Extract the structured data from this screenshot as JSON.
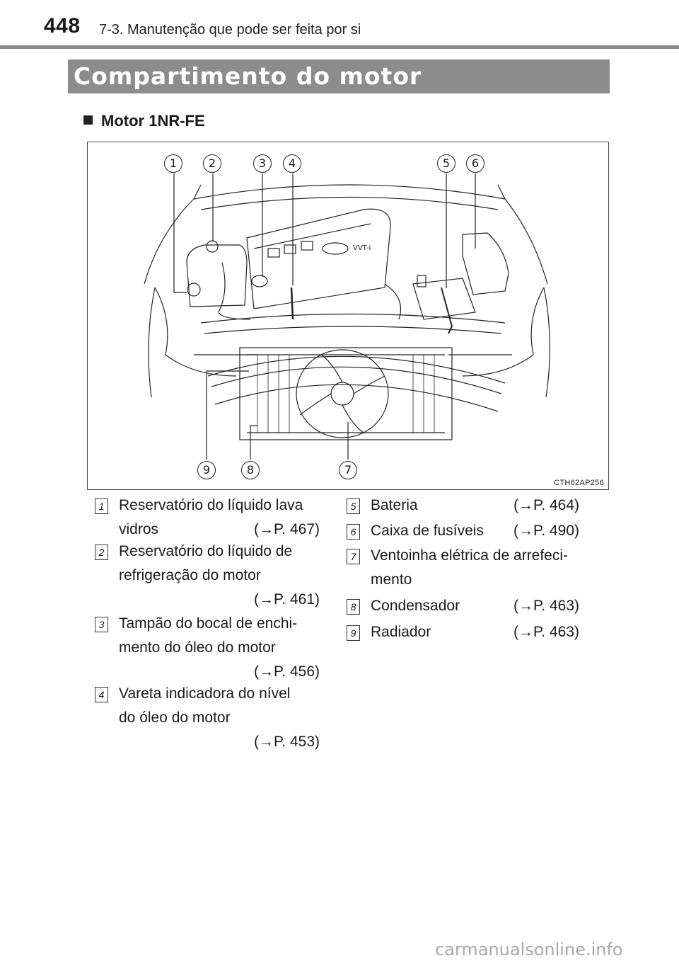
{
  "header": {
    "page_number": "448",
    "chapter": "7-3. Manutenção que pode ser feita por si"
  },
  "section": {
    "title": "Compartimento do motor"
  },
  "subsection": {
    "title": "Motor 1NR-FE"
  },
  "figure": {
    "code": "CTH62AP256",
    "callouts": [
      "1",
      "2",
      "3",
      "4",
      "5",
      "6",
      "7",
      "8",
      "9"
    ]
  },
  "items_left": [
    {
      "num": "1",
      "lines": [
        "Reservatório do líquido lava",
        "vidros"
      ],
      "ref": "(→P. 467)"
    },
    {
      "num": "2",
      "lines": [
        "Reservatório do líquido de",
        "refrigeração do motor"
      ],
      "ref": "(→P. 461)"
    },
    {
      "num": "3",
      "lines": [
        "Tampão do bocal de enchi-",
        "mento do óleo do motor"
      ],
      "ref": "(→P. 456)"
    },
    {
      "num": "4",
      "lines": [
        "Vareta indicadora do nível",
        "do óleo do motor"
      ],
      "ref": "(→P. 453)"
    }
  ],
  "items_right": [
    {
      "num": "5",
      "text": "Bateria",
      "ref": "(→P. 464)"
    },
    {
      "num": "6",
      "text": "Caixa de fusíveis",
      "ref": "(→P. 490)"
    },
    {
      "num": "7",
      "lines": [
        "Ventoinha elétrica de arrefeci-",
        "mento"
      ]
    },
    {
      "num": "8",
      "text": "Condensador",
      "ref": "(→P. 463)"
    },
    {
      "num": "9",
      "text": "Radiador",
      "ref": "(→P. 463)"
    }
  ],
  "footer": {
    "watermark": "carmanualsonline.info"
  }
}
